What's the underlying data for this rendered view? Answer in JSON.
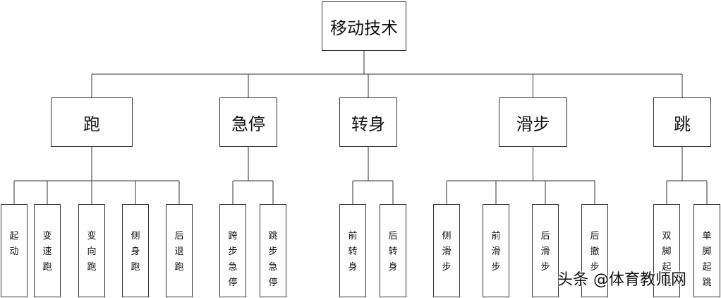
{
  "root": {
    "label": "移动技术"
  },
  "categories": [
    {
      "label": "跑",
      "items": [
        "起动",
        "变速跑",
        "变向跑",
        "侧身跑",
        "后退跑"
      ]
    },
    {
      "label": "急停",
      "items": [
        "跨步急停",
        "跳步急停"
      ]
    },
    {
      "label": "转身",
      "items": [
        "前转身",
        "后转身"
      ]
    },
    {
      "label": "滑步",
      "items": [
        "侧滑步",
        "前滑步",
        "后滑步",
        "后撤步"
      ]
    },
    {
      "label": "跳",
      "items": [
        "双脚起跳",
        "单脚起跳"
      ]
    }
  ],
  "watermark": "头条 @体育教师网",
  "colors": {
    "stroke": "#333333",
    "text": "#111111",
    "background": "#ffffff"
  }
}
